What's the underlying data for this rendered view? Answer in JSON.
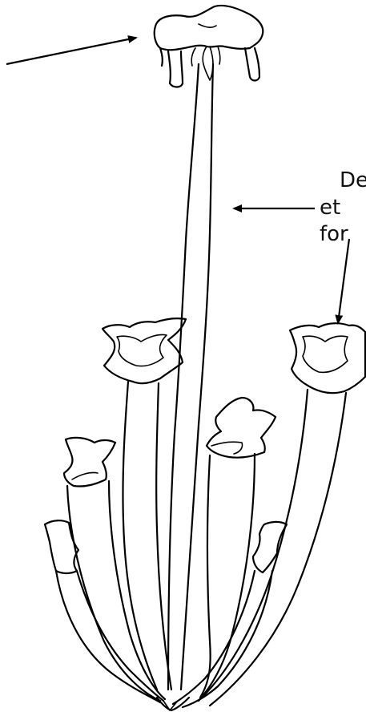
{
  "labels": {
    "right_line_1": "De",
    "right_line_2": "et",
    "right_line_3": "for"
  }
}
